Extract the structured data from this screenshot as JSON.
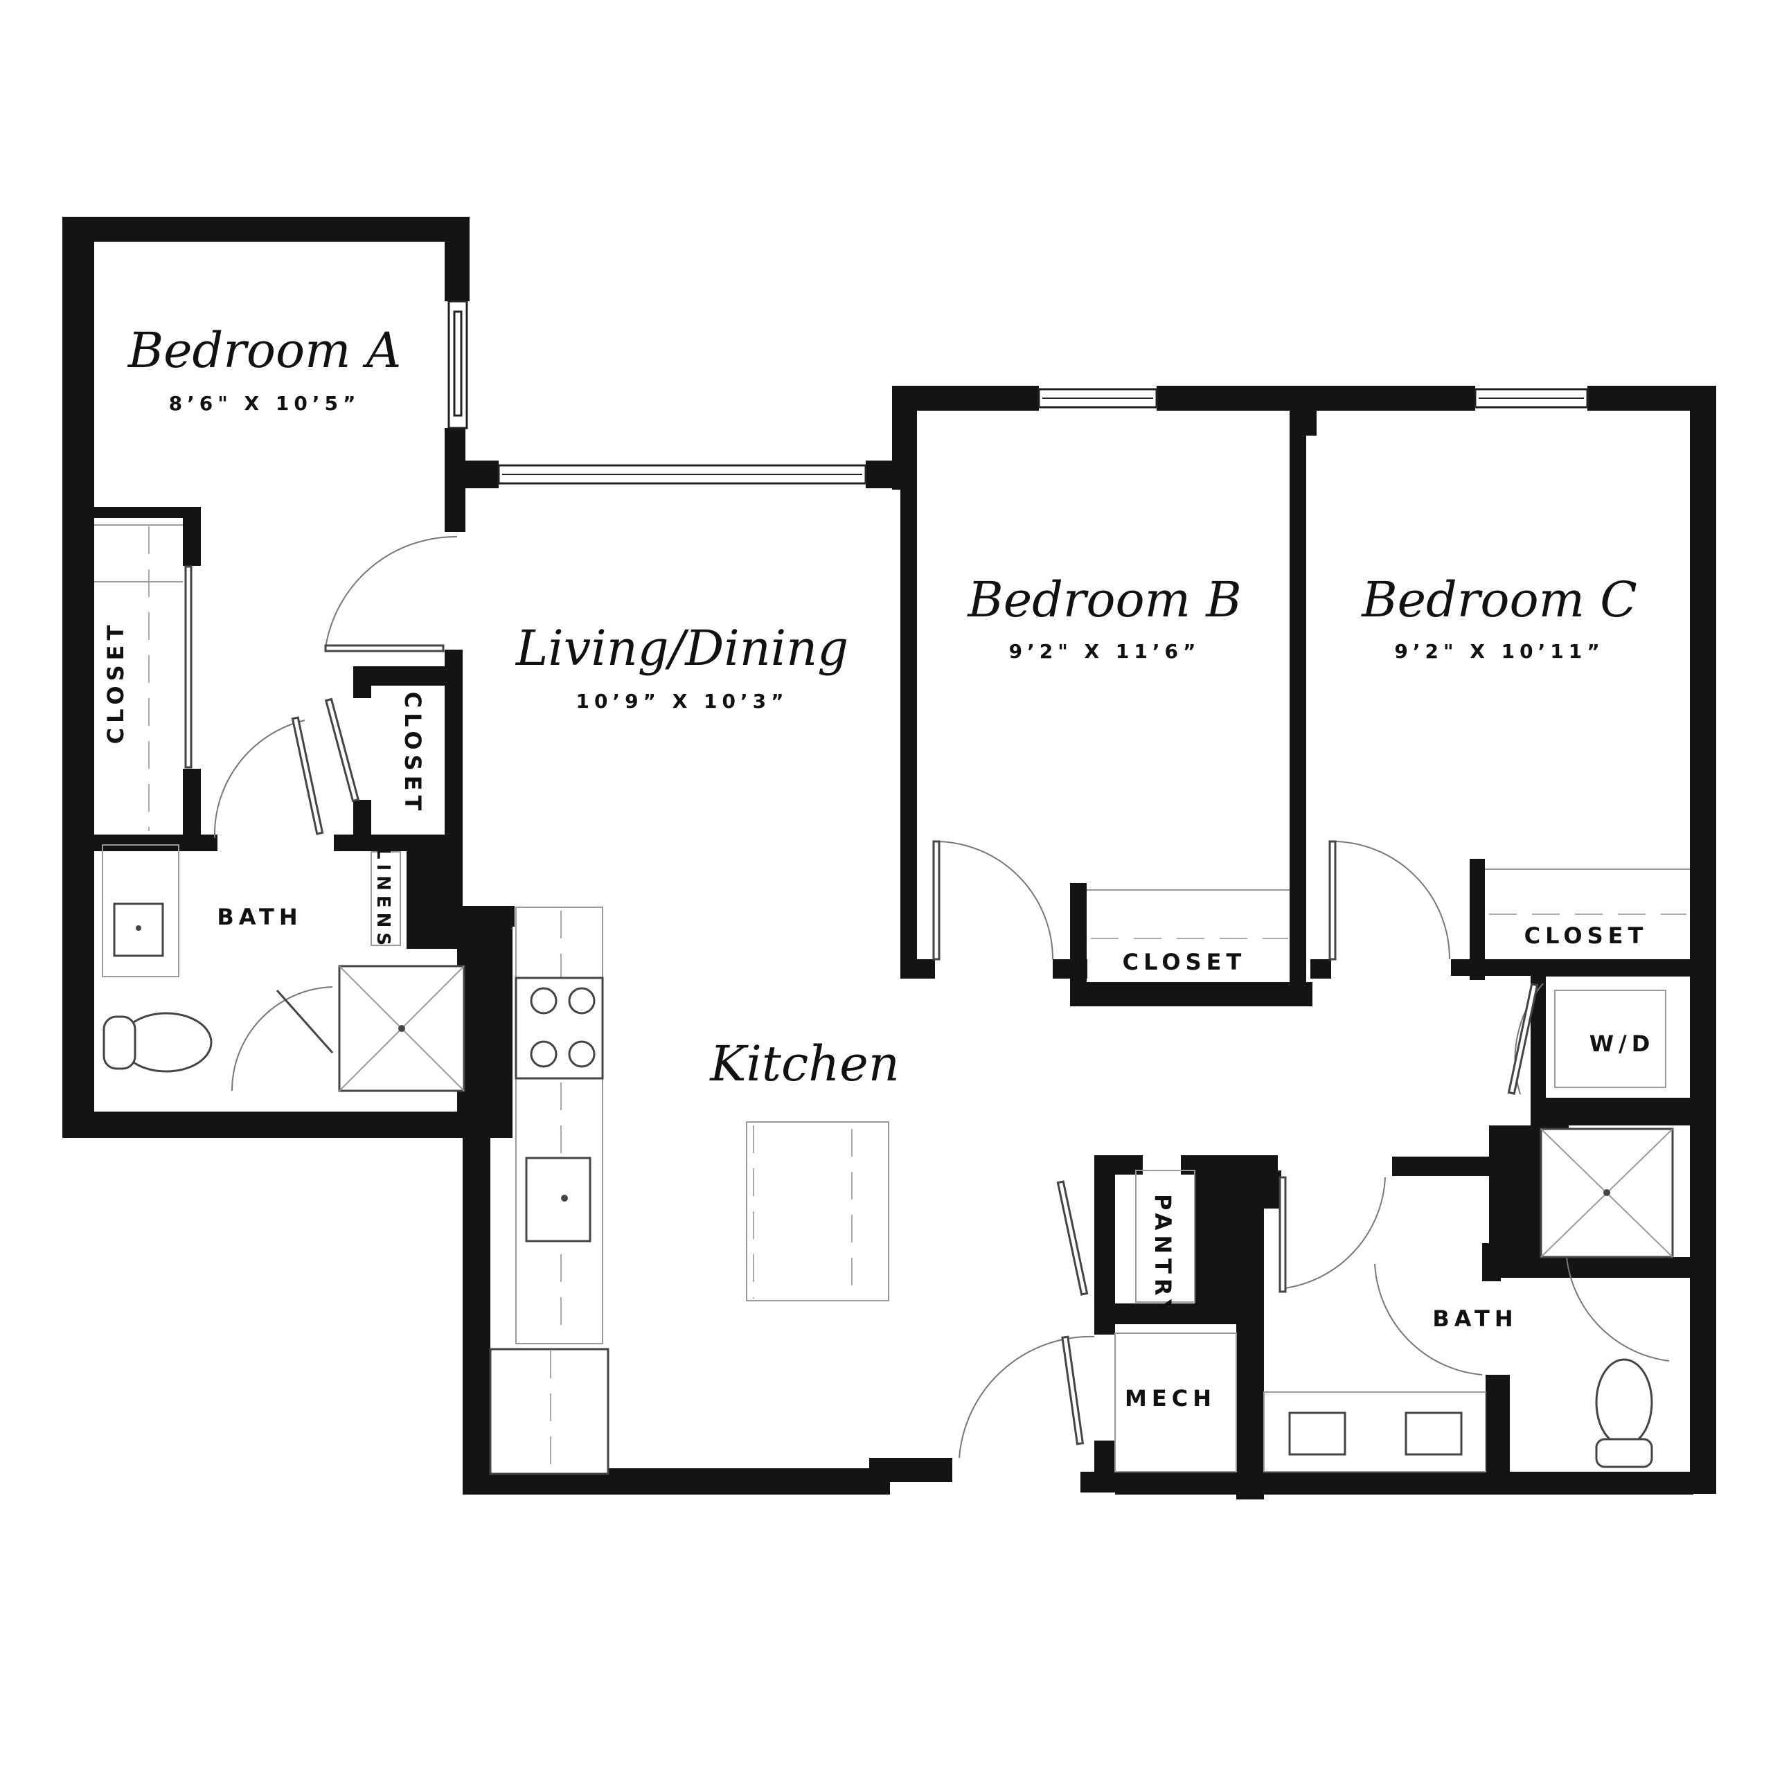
{
  "rooms": {
    "bedroom_a": {
      "name": "Bedroom A",
      "dims": "8’6\" X 10’5”"
    },
    "living": {
      "name": "Living/Dining",
      "dims": "10’9” X 10’3”"
    },
    "bedroom_b": {
      "name": "Bedroom B",
      "dims": "9’2\" X 11’6”"
    },
    "bedroom_c": {
      "name": "Bedroom C",
      "dims": "9’2\" X 10’11”"
    },
    "kitchen": {
      "name": "Kitchen"
    }
  },
  "labels": {
    "closet_a": "CLOSET",
    "closet_hall": "CLOSET",
    "closet_b": "CLOSET",
    "closet_c": "CLOSET",
    "bath_a": "BATH",
    "bath_c": "BATH",
    "linens": "LINENS",
    "wd": "W/D",
    "pantry": "PANTRY",
    "mech": "MECH"
  }
}
